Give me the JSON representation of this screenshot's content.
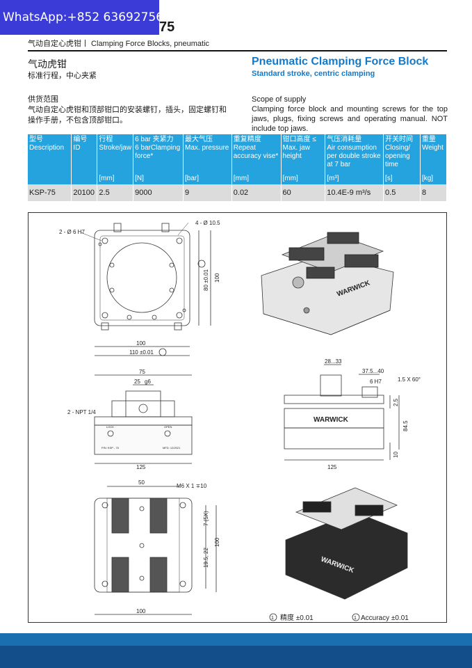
{
  "banner": {
    "text": "WhatsApp:+852 63692756"
  },
  "header": {
    "model_suffix": "75",
    "breadcrumb": "气动自定心虎钳丨 Clamping Force Blocks, pneumatic"
  },
  "title": {
    "cn": "气动虎钳",
    "cn_sub": "标准行程，中心夹紧",
    "en": "Pneumatic Clamping Force Block",
    "en_sub": "Standard stroke, centric clamping"
  },
  "scope": {
    "cn_heading": "供货范围",
    "cn_text": "气动自定心虎钳和顶部钳口的安装螺钉，插头，固定螺钉和操作手册，不包含顶部钳口。",
    "en_heading": "Scope of supply",
    "en_text": "Clamping force block and mounting screws for the top jaws, plugs, fixing screws and operating manual. NOT include top jaws."
  },
  "table": {
    "headers": [
      {
        "cn": "型号",
        "en": "Description",
        "unit": ""
      },
      {
        "cn": "编号",
        "en": "ID",
        "unit": ""
      },
      {
        "cn": "行程",
        "en": "Stroke/jaw",
        "unit": "[mm]"
      },
      {
        "cn": "6 bar 夹紧力",
        "en": "6 barClamping force*",
        "unit": "[N]"
      },
      {
        "cn": "最大气压",
        "en": "Max. pressure",
        "unit": "[bar]"
      },
      {
        "cn": "重复精度",
        "en": "Repeat accuracy vise*",
        "unit": "[mm]"
      },
      {
        "cn": "钳口高度 ≤",
        "en": "Max. jaw height",
        "unit": "[mm]"
      },
      {
        "cn": "气压消耗量",
        "en": "Air consumption per double stroke at 7 bar",
        "unit": "[m³]"
      },
      {
        "cn": "开关时间",
        "en": "Closing/ opening time",
        "unit": "[s]"
      },
      {
        "cn": "重量",
        "en": "Weight",
        "unit": "[kg]"
      }
    ],
    "row": [
      "KSP-75",
      "20100",
      "2.5",
      "9000",
      "9",
      "0.02",
      "60",
      "10.4E-9 m³/s",
      "0.5",
      "8"
    ]
  },
  "drawing": {
    "dims": {
      "holes_h7": "2 - Ø 6 H7",
      "holes_105": "4 - Ø 10.5",
      "d80": "80 ±0.01",
      "d100v": "100",
      "d100h": "100",
      "d110": "110 ±0.01",
      "d75": "75",
      "d25": "25",
      "dg6": "g6",
      "npt": "2 - NPT 1/4",
      "d125a": "125",
      "d2833": "28...33",
      "d37540": "37.5...40",
      "d6h7": "6  H7",
      "chamfer": "1.5 X 60°",
      "d25v": "2.5",
      "d845": "84.5",
      "d10": "10",
      "d125b": "125",
      "d50": "50",
      "m6": "M6 X 1 ∓10",
      "d7x": "7 (5X)",
      "d1952": "19.5, 22",
      "d100c": "100",
      "d100d": "100",
      "circle1": "1"
    },
    "brand": "WARWICK",
    "plate_pn": "P/N: KSP - 75",
    "plate_mfd": "MFD: 12/2021",
    "lock": "LOCK",
    "open": "OPEN",
    "legend_cn": "精度 ±0.01",
    "legend_en": "Accuracy ±0.01"
  },
  "colors": {
    "accent": "#1479c7",
    "table_header": "#24a3de",
    "table_row": "#dcdcdc",
    "footer": "#1a6fb0"
  }
}
